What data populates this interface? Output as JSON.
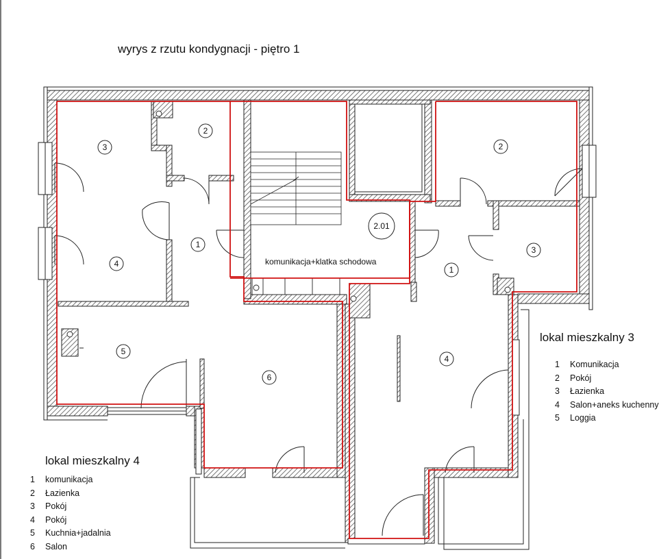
{
  "title": "wyrys z rzutu kondygnacji  - piętro 1",
  "stair_label": "komunikacja+klatka schodowa",
  "stair_number": "2.01",
  "left_rooms": [
    "3",
    "2",
    "1",
    "4",
    "5",
    "6"
  ],
  "right_rooms": [
    "2",
    "1",
    "3",
    "4"
  ],
  "unit3": {
    "heading": "lokal mieszkalny 3",
    "items": [
      {
        "num": "1",
        "label": "Komunikacja"
      },
      {
        "num": "2",
        "label": "Pokój"
      },
      {
        "num": "3",
        "label": "Łazienka"
      },
      {
        "num": "4",
        "label": "Salon+aneks kuchenny"
      },
      {
        "num": "5",
        "label": "Loggia"
      }
    ]
  },
  "unit4": {
    "heading": "lokal mieszkalny 4",
    "items": [
      {
        "num": "1",
        "label": "komunikacja"
      },
      {
        "num": "2",
        "label": "Łazienka"
      },
      {
        "num": "3",
        "label": "Pokój"
      },
      {
        "num": "4",
        "label": "Pokój"
      },
      {
        "num": "5",
        "label": "Kuchnia+jadalnia"
      },
      {
        "num": "6",
        "label": "Salon"
      }
    ]
  },
  "colors": {
    "boundary": "#d01010",
    "wall": "#222222",
    "hatch": "#555555"
  }
}
